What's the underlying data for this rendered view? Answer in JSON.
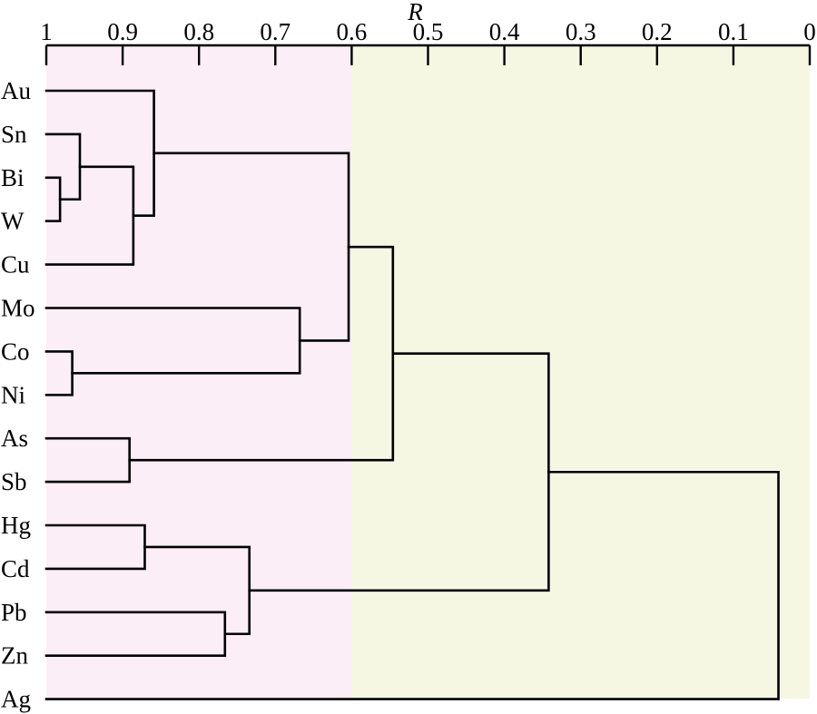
{
  "chart_data": {
    "type": "dendrogram",
    "axis": {
      "title": "R",
      "position": "top",
      "range": [
        1,
        0
      ],
      "ticks": [
        1,
        0.9,
        0.8,
        0.7,
        0.6,
        0.5,
        0.4,
        0.3,
        0.2,
        0.1,
        0
      ],
      "tick_labels": [
        "1",
        "0.9",
        "0.8",
        "0.7",
        "0.6",
        "0.5",
        "0.4",
        "0.3",
        "0.2",
        "0.1",
        "0"
      ]
    },
    "leaves": [
      "Au",
      "Sn",
      "Bi",
      "W",
      "Cu",
      "Mo",
      "Co",
      "Ni",
      "As",
      "Sb",
      "Hg",
      "Cd",
      "Pb",
      "Zn",
      "Ag"
    ],
    "merges": [
      {
        "id": "m1",
        "children": [
          "Bi",
          "W"
        ],
        "r": 0.982
      },
      {
        "id": "m2",
        "children": [
          "Co",
          "Ni"
        ],
        "r": 0.966
      },
      {
        "id": "m3",
        "children": [
          "Sn",
          "m1"
        ],
        "r": 0.956
      },
      {
        "id": "m4",
        "children": [
          "As",
          "Sb"
        ],
        "r": 0.891
      },
      {
        "id": "m5",
        "children": [
          "m3",
          "Cu"
        ],
        "r": 0.886
      },
      {
        "id": "m6",
        "children": [
          "Hg",
          "Cd"
        ],
        "r": 0.871
      },
      {
        "id": "m7",
        "children": [
          "Au",
          "m5"
        ],
        "r": 0.859
      },
      {
        "id": "m8",
        "children": [
          "Pb",
          "Zn"
        ],
        "r": 0.766
      },
      {
        "id": "m9",
        "children": [
          "m6",
          "m8"
        ],
        "r": 0.734
      },
      {
        "id": "m10",
        "children": [
          "Mo",
          "m2"
        ],
        "r": 0.668
      },
      {
        "id": "m11",
        "children": [
          "m7",
          "m10"
        ],
        "r": 0.604
      },
      {
        "id": "m12",
        "children": [
          "m11",
          "m4"
        ],
        "r": 0.546
      },
      {
        "id": "m13",
        "children": [
          "m12",
          "m9"
        ],
        "r": 0.342
      },
      {
        "id": "m14",
        "children": [
          "m13",
          "Ag"
        ],
        "r": 0.041
      }
    ],
    "regions": [
      {
        "from": 1,
        "to": 0.6,
        "color": "#fbeef6"
      },
      {
        "from": 0.6,
        "to": 0,
        "color": "#f6f7e3"
      }
    ],
    "grid": false,
    "legend": "none"
  }
}
